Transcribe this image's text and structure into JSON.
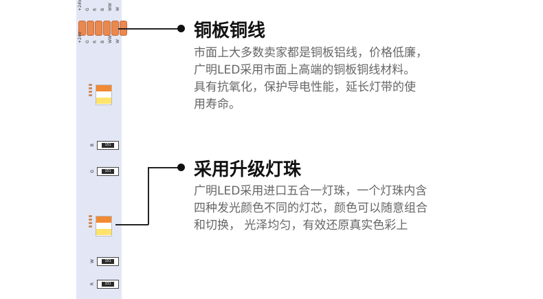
{
  "strip": {
    "pin_labels_top": [
      "+24V",
      "G",
      "R",
      "B",
      "WW",
      "W"
    ],
    "pin_labels_bottom": [
      "+24V",
      "G",
      "R",
      "B",
      "WW",
      "W"
    ],
    "resistors": [
      {
        "label": "B",
        "code": "151"
      },
      {
        "label": "G",
        "code": "151"
      },
      {
        "label": "W",
        "code": "151"
      },
      {
        "label": "R",
        "code": "331"
      }
    ],
    "colors": {
      "strip_bg": "#e3e7f5",
      "pad": "#e9884f",
      "led_orange": "#f28a34",
      "led_yellow": "#ffe36a"
    }
  },
  "features": [
    {
      "title": "铜板铜线",
      "lines": [
        "市面上大多数卖家都是铜板铝线，价格低廉，",
        "广明LED采用市面上高端的铜板铜线材料。",
        "具有抗氧化，保护导电性能，延长灯带的使",
        "用寿命。"
      ]
    },
    {
      "title": "采用升级灯珠",
      "lines": [
        "广明LED采用进口五合一灯珠，一个灯珠内含",
        "四种发光颜色不同的灯芯，颜色可以随意组合",
        "和切换， 光泽均匀，有效还原真实色彩上"
      ]
    }
  ]
}
